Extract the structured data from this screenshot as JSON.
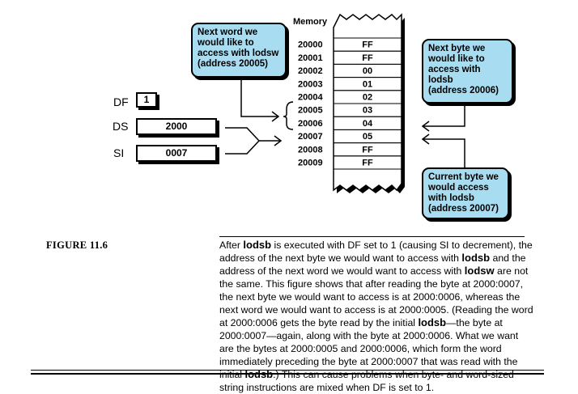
{
  "memory": {
    "title": "Memory",
    "rows": [
      {
        "address": "20000",
        "value": "FF"
      },
      {
        "address": "20001",
        "value": "FF"
      },
      {
        "address": "20002",
        "value": "00"
      },
      {
        "address": "20003",
        "value": "01"
      },
      {
        "address": "20004",
        "value": "02"
      },
      {
        "address": "20005",
        "value": "03"
      },
      {
        "address": "20006",
        "value": "04"
      },
      {
        "address": "20007",
        "value": "05"
      },
      {
        "address": "20008",
        "value": "FF"
      },
      {
        "address": "20009",
        "value": "FF"
      }
    ]
  },
  "registers": {
    "df": {
      "label": "DF",
      "value": "1"
    },
    "ds": {
      "label": "DS",
      "value": "2000"
    },
    "si": {
      "label": "SI",
      "value": "0007"
    }
  },
  "callouts": {
    "next_word": "Next word we\nwould like to\naccess with lodsw\n(address 20005)",
    "next_byte": "Next byte we\nwould like to\naccess with\nlodsb\n(address 20006)",
    "current_byte": "Current byte we\nwould access\nwith lodsb\n(address 20007)"
  },
  "figure": {
    "label": "FIGURE 11.6",
    "caption": [
      {
        "t": "After "
      },
      {
        "t": "lodsb",
        "b": true
      },
      {
        "t": " is executed with DF set to 1 (causing SI to decrement), the address of the next byte we would want to access with "
      },
      {
        "t": "lodsb",
        "b": true
      },
      {
        "t": " and the address of the next word we would want to access with "
      },
      {
        "t": "lodsw",
        "b": true
      },
      {
        "t": " are not the same. This figure shows that after reading the byte at 2000:0007, the next byte we would want to access is at 2000:0006, whereas the next word we would want to access is at 2000:0005. (Reading the word at 2000:0006 gets the byte read by the initial "
      },
      {
        "t": "lodsb",
        "b": true
      },
      {
        "t": "—the byte at 2000:0007—again, along with the byte at 2000:0006. What we want are the bytes at 2000:0005 and 2000:0006, which form the word immediately preceding the byte at 2000:0007 that was read with the initial "
      },
      {
        "t": "lodsb",
        "b": true
      },
      {
        "t": ".) This can cause problems when byte- and word-sized string instructions are mixed when DF is set to 1."
      }
    ]
  }
}
